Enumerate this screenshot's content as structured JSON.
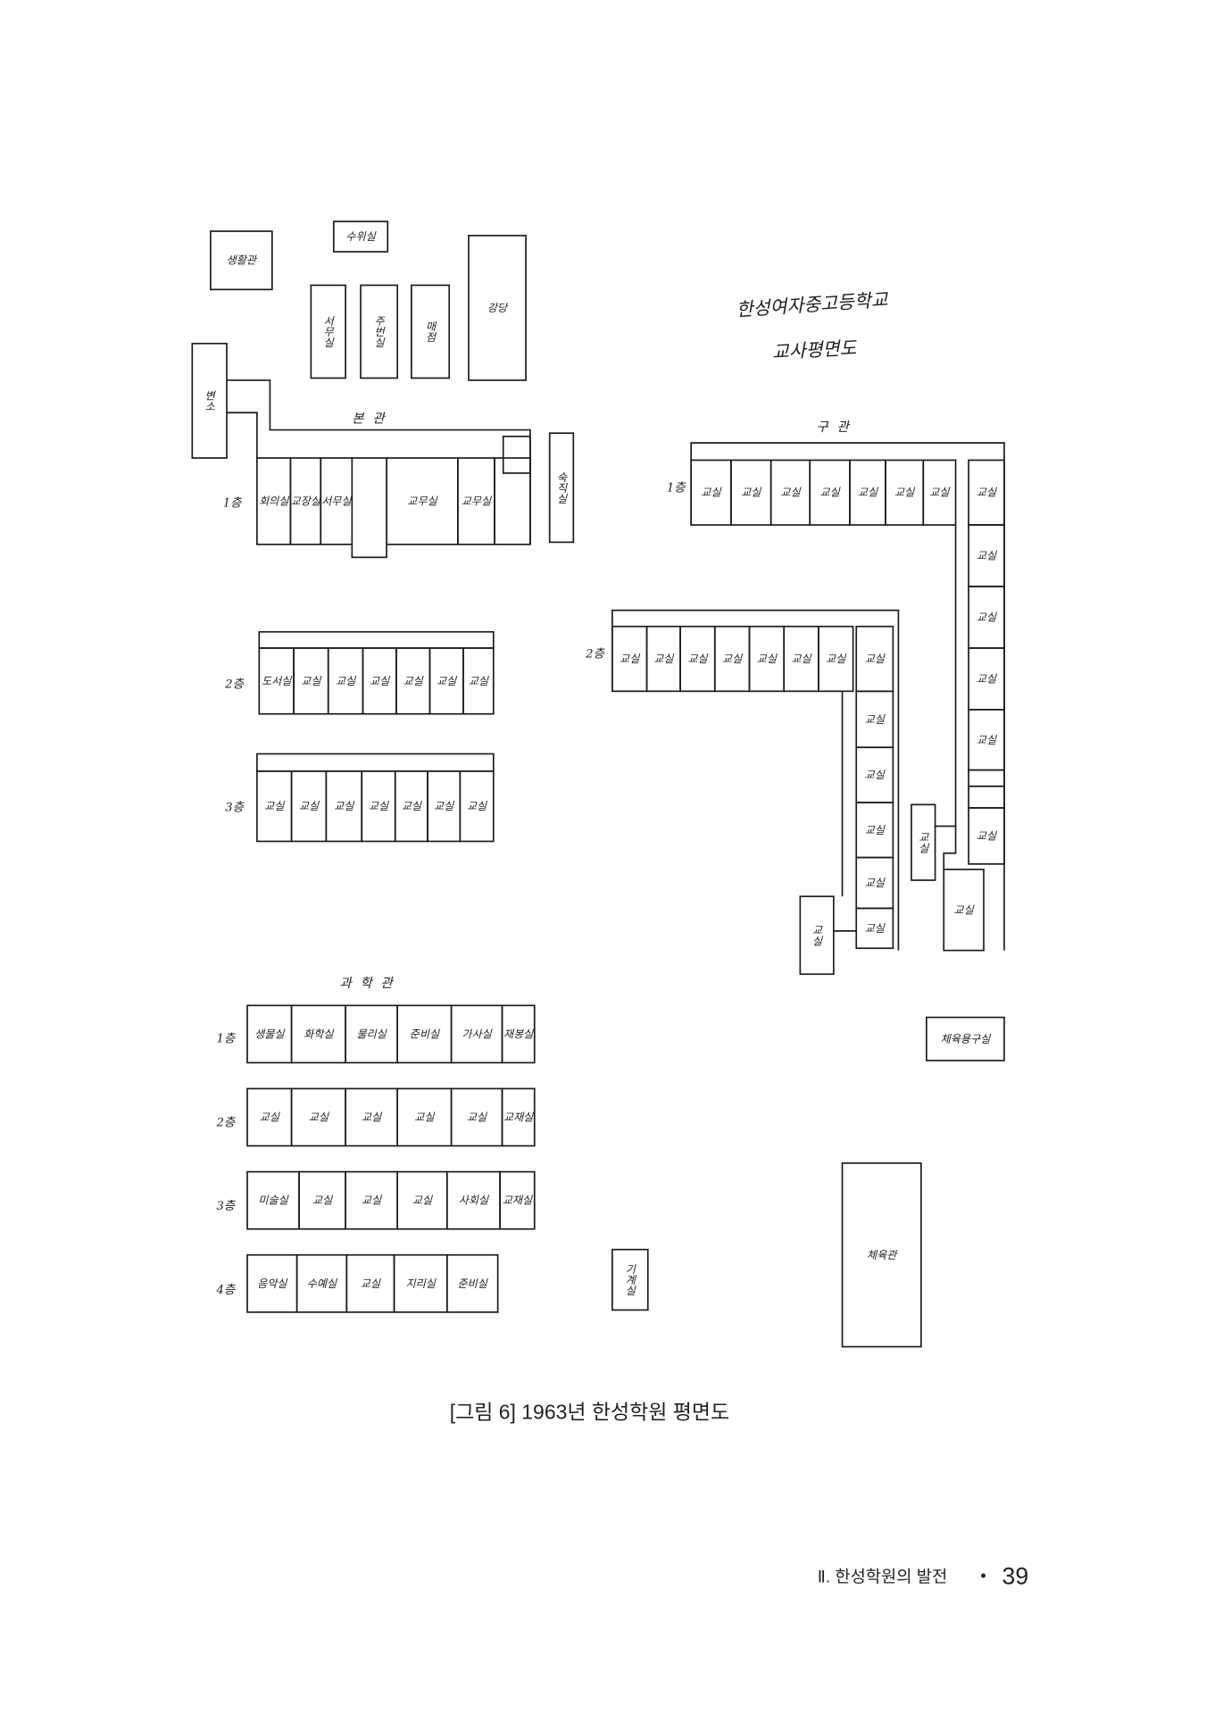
{
  "plan": {
    "title": [
      "한성여자중고등학교",
      "교사평면도"
    ],
    "outbuildings": {
      "life_hall": "생활관",
      "guard_room": "수위실",
      "office_store": "서무실",
      "duty_room": "주번실",
      "store": "매점",
      "auditorium": "강당",
      "toilet": "변소",
      "night_duty": "숙직실",
      "machine_room": "기계실",
      "sports_storage": "체육용구실",
      "gymnasium": "체육관"
    },
    "main_building": {
      "name": "본관",
      "floors": [
        {
          "label": "1층",
          "rooms": [
            "회의실",
            "교장실",
            "서무실",
            "교무실",
            "교무실"
          ]
        },
        {
          "label": "2층",
          "rooms": [
            "도서실",
            "교실",
            "교실",
            "교실",
            "교실",
            "교실",
            "교실"
          ]
        },
        {
          "label": "3층",
          "rooms": [
            "교실",
            "교실",
            "교실",
            "교실",
            "교실",
            "교실",
            "교실"
          ]
        }
      ]
    },
    "old_building": {
      "name": "구관",
      "floors": [
        {
          "label": "1층",
          "rooms": [
            "교실",
            "교실",
            "교실",
            "교실",
            "교실",
            "교실",
            "교실"
          ],
          "wing_rooms": [
            "교실",
            "교실",
            "교실",
            "교실",
            "교실",
            "교실"
          ],
          "annex_rooms": [
            "교실",
            "교실"
          ]
        },
        {
          "label": "2층",
          "rooms": [
            "교실",
            "교실",
            "교실",
            "교실",
            "교실",
            "교실",
            "교실"
          ],
          "wing_rooms": [
            "교실",
            "교실",
            "교실",
            "교실",
            "교실",
            "교실"
          ],
          "annex_rooms": [
            "교실"
          ]
        }
      ]
    },
    "science_building": {
      "name": "과학관",
      "floors": [
        {
          "label": "1층",
          "rooms": [
            "생물실",
            "화학실",
            "물리실",
            "준비실",
            "가사실",
            "재봉실"
          ]
        },
        {
          "label": "2층",
          "rooms": [
            "교실",
            "교실",
            "교실",
            "교실",
            "교실",
            "교재실"
          ]
        },
        {
          "label": "3층",
          "rooms": [
            "미술실",
            "교실",
            "교실",
            "교실",
            "사회실",
            "교재실"
          ]
        },
        {
          "label": "4층",
          "rooms": [
            "음악실",
            "수예실",
            "교실",
            "지리실",
            "준비실"
          ]
        }
      ]
    }
  },
  "caption": "[그림 6] 1963년 한성학원 평면도",
  "footer": {
    "chapter": "Ⅱ. 한성학원의 발전",
    "bullet": "•",
    "page": "39"
  }
}
